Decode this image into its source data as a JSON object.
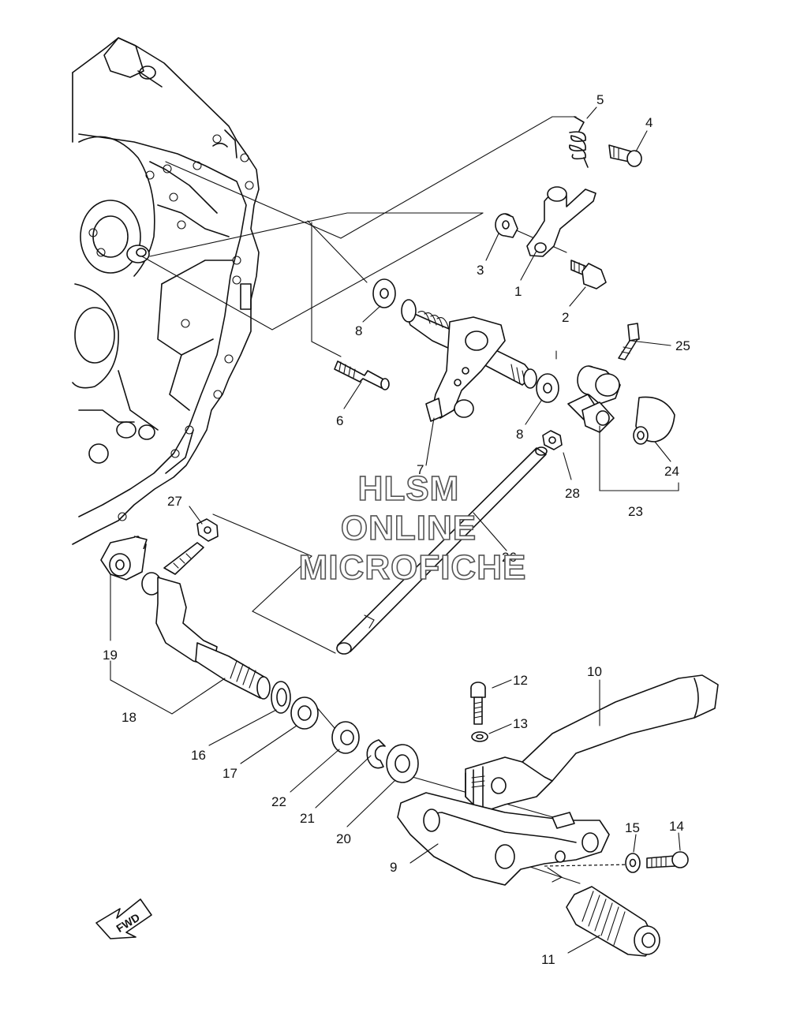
{
  "watermark": {
    "lines": [
      "HLSM",
      "ONLINE",
      "MICROFICHE"
    ]
  },
  "direction_arrow": {
    "label": "FWD",
    "icon": "direction-arrow-icon"
  },
  "callouts": {
    "c1": "1",
    "c2": "2",
    "c3": "3",
    "c4": "4",
    "c5": "5",
    "c6": "6",
    "c7": "7",
    "c8a": "8",
    "c8b": "8",
    "c9": "9",
    "c10": "10",
    "c11": "11",
    "c12": "12",
    "c13": "13",
    "c14": "14",
    "c15": "15",
    "c16": "16",
    "c17": "17",
    "c18": "18",
    "c19": "19",
    "c20": "20",
    "c21": "21",
    "c22": "22",
    "c23": "23",
    "c24": "24",
    "c25": "25",
    "c26": "26",
    "c27": "27",
    "c28": "28"
  }
}
